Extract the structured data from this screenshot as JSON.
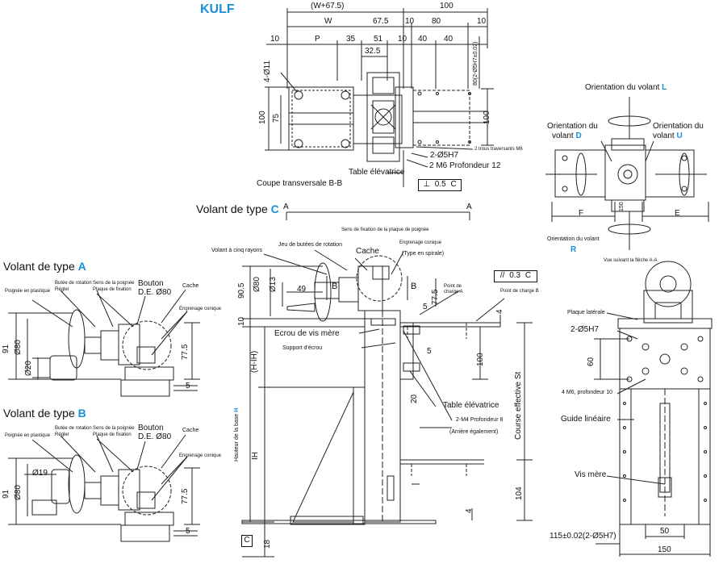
{
  "title": "KULF",
  "top": {
    "dim_w_total": "(W+67.5)",
    "dim_100_top": "100",
    "dim_w": "W",
    "dim_67_5": "67.5",
    "dim_10_a": "10",
    "dim_80": "80",
    "dim_10_b": "10",
    "dim_10_c": "10",
    "dim_p": "P",
    "dim_35": "35",
    "dim_51": "51",
    "dim_10_d": "10",
    "dim_40_a": "40",
    "dim_40_b": "40",
    "dim_32_5": "32.5",
    "hole_4": "4-Ø11",
    "dim_100_left": "100",
    "dim_75": "75",
    "dim_80_right": "80(2-Ø5H7±0.02)",
    "dim_100_right": "100",
    "note_2_trous": "2 trous traversants M6",
    "label_2_5": "2-Ø5H7",
    "label_2m6": "2 M6 Profondeur 12",
    "table_elev": "Table élévatrice",
    "tol_symbol": "⊥",
    "tol_value": "0.5",
    "tol_ref": "C",
    "section_label": "Coupe transversale B-B"
  },
  "volant_c": {
    "label": "Volant de type",
    "letter": "C",
    "mark_a1": "A",
    "mark_a2": "A"
  },
  "center": {
    "sens_fixation": "Sens de fixation de la plaque de poignée",
    "volant_cinq": "Volant à cinq rayons",
    "jeu_butees": "Jeu de butées de rotation",
    "cache": "Cache",
    "engrenage": "Engrenage conique",
    "type_spirale": "(Type en spirale)",
    "point_a": "Point de charge A",
    "point_b": "Point de charge B",
    "par_symbol": "//",
    "par_value": "0.3",
    "par_ref": "C",
    "dim_90_5": "90.5",
    "dim_80": "Ø80",
    "dim_13": "Ø13",
    "dim_49": "49",
    "sec_b1": "B",
    "sec_b2": "B",
    "dim_77_5": "77.5",
    "dim_5_a": "5",
    "dim_4_a": "4",
    "dim_10": "10",
    "ecrou": "Ecrou de vis mère",
    "support": "Support d'écrou",
    "dim_5_b": "5",
    "dim_100": "100",
    "dim_h_ih": "(H-IH)",
    "hauteur_base": "Hauteur de la base",
    "hauteur_letter": "H",
    "dim_20": "20",
    "table_elev": "Table élévatrice",
    "m4": "2-M4 Profondeur 8",
    "arriere": "(Arrière également)",
    "course": "Course effective St",
    "dim_ih": "IH",
    "dim_104": "104",
    "dim_4_b": "4",
    "dim_18": "18",
    "ref_c": "C"
  },
  "volant_a": {
    "label": "Volant de type",
    "letter": "A",
    "poignee": "Poignée en plastique",
    "butee": "Butée de rotation",
    "regler": "Régler",
    "sens": "Sens de la poignée",
    "plaque": "Plaque de fixation",
    "bouton": "Bouton",
    "de80": "D.E. Ø80",
    "cache": "Cache",
    "engrenage": "Engrenage conique",
    "dim_91": "91",
    "dim_80": "Ø80",
    "dim_20": "Ø20",
    "dim_77_5": "77.5",
    "dim_5": "5"
  },
  "volant_b": {
    "label": "Volant de type",
    "letter": "B",
    "poignee": "Poignée en plastique",
    "butee": "Butée de rotation",
    "regler": "Régler",
    "sens": "Sens de la poignée",
    "plaque": "Plaque de fixation",
    "bouton": "Bouton",
    "de80": "D.E. Ø80",
    "cache": "Cache",
    "engrenage": "Engrenage conique",
    "dim_91": "91",
    "dim_80": "Ø80",
    "dim_19": "Ø19",
    "dim_77_5": "77.5",
    "dim_5": "5"
  },
  "right_top": {
    "orient_l": "Orientation du volant",
    "letter_l": "L",
    "orient_d": "Orientation du",
    "volant_d": "volant",
    "letter_d": "D",
    "orient_u": "Orientation du",
    "volant_u": "volant",
    "letter_u": "U",
    "dim_f": "F",
    "dim_150": "150",
    "dim_e": "E",
    "orient_r": "Orientation du volant",
    "letter_r": "R",
    "vue": "Vue suivant la flèche A-A"
  },
  "right_bottom": {
    "plaque_laterale": "Plaque latérale",
    "hole_2_5": "2-Ø5H7",
    "dim_60": "60",
    "m6": "4 M6, profondeur 10",
    "guide": "Guide linéaire",
    "vis": "Vis mère",
    "dim_115": "115±0.02(2-Ø5H7)",
    "dim_50": "50",
    "dim_150": "150"
  }
}
